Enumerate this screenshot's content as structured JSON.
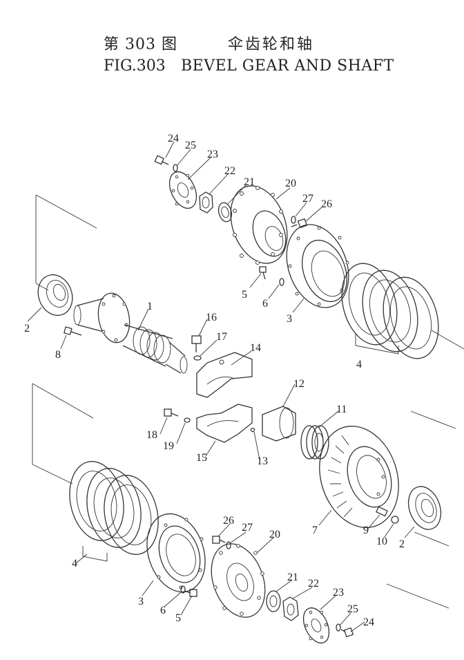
{
  "title": {
    "cn_number": "第 303 图",
    "cn_name": "伞齿轮和轴",
    "en_number": "FIG.303",
    "en_name": "BEVEL GEAR AND SHAFT"
  },
  "callouts": {
    "c1": "1",
    "c2a": "2",
    "c2b": "2",
    "c3a": "3",
    "c3b": "3",
    "c4a": "4",
    "c4b": "4",
    "c5a": "5",
    "c5b": "5",
    "c6a": "6",
    "c6b": "6",
    "c7": "7",
    "c8": "8",
    "c9": "9",
    "c10": "10",
    "c11": "11",
    "c12": "12",
    "c13": "13",
    "c14": "14",
    "c15": "15",
    "c16": "16",
    "c17": "17",
    "c18": "18",
    "c19": "19",
    "c20a": "20",
    "c20b": "20",
    "c21a": "21",
    "c21b": "21",
    "c22a": "22",
    "c22b": "22",
    "c23a": "23",
    "c23b": "23",
    "c24a": "24",
    "c24b": "24",
    "c25a": "25",
    "c25b": "25",
    "c26a": "26",
    "c26b": "26",
    "c27a": "27",
    "c27b": "27"
  }
}
